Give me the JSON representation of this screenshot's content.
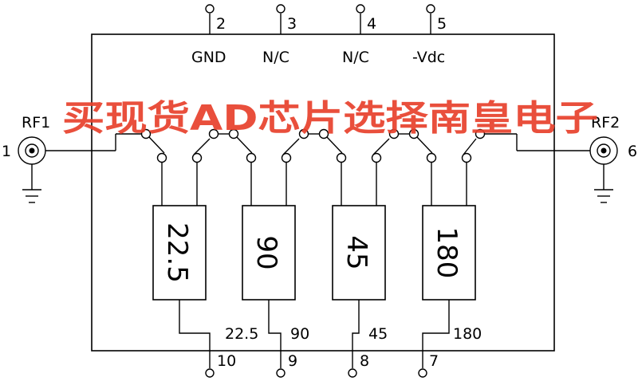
{
  "top_pins": [
    {
      "number": "2",
      "name": "GND"
    },
    {
      "number": "3",
      "name": "N/C"
    },
    {
      "number": "4",
      "name": "N/C"
    },
    {
      "number": "5",
      "name": "-Vdc"
    }
  ],
  "rf_ports": [
    {
      "label": "RF1",
      "number": "1"
    },
    {
      "label": "RF2",
      "number": "6"
    }
  ],
  "sections": [
    {
      "value": "22.5",
      "control_label": "22.5",
      "pin_number": "10"
    },
    {
      "value": "90",
      "control_label": "90",
      "pin_number": "9"
    },
    {
      "value": "45",
      "control_label": "45",
      "pin_number": "8"
    },
    {
      "value": "180",
      "control_label": "180",
      "pin_number": "7"
    }
  ],
  "watermark": "买现货AD芯片选择南皇电子",
  "colors": {
    "watermark": "#e8412c",
    "line": "#000000"
  }
}
